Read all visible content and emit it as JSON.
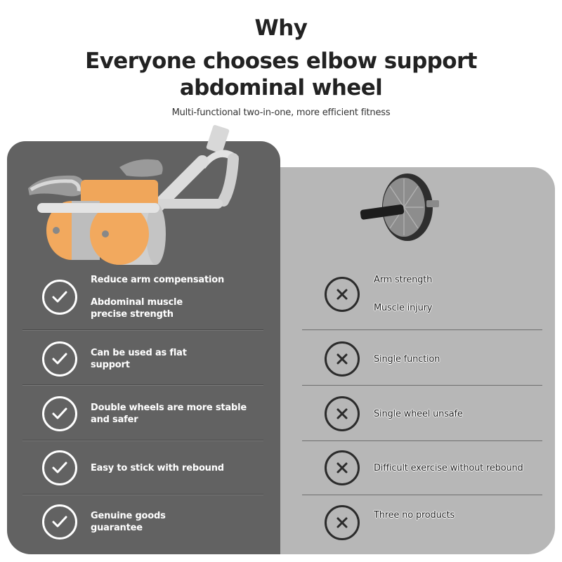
{
  "header": {
    "why": "Why",
    "title_line1": "Everyone chooses elbow support",
    "title_line2": "abdominal wheel",
    "subtitle": "Multi-functional two-in-one, more efficient fitness"
  },
  "colors": {
    "left_panel": "#626262",
    "right_panel": "#b7b7b7",
    "product_orange": "#f0a65a",
    "product_grey": "#d9d9d9"
  },
  "left_column": {
    "product": "elbow-support-double-wheel-roller",
    "icon": "check-circle-icon",
    "items": [
      {
        "lines": [
          "Reduce arm compensation"
        ],
        "lines2": [
          "Abdominal muscle",
          "precise strength"
        ]
      },
      {
        "lines": [
          "Can be used as flat",
          "support"
        ]
      },
      {
        "lines": [
          "Double wheels are more stable",
          "and safer"
        ]
      },
      {
        "lines": [
          "Easy to stick with rebound"
        ]
      },
      {
        "lines": [
          "Genuine goods",
          "guarantee"
        ]
      }
    ]
  },
  "right_column": {
    "product": "single-ab-wheel",
    "icon": "x-circle-icon",
    "items": [
      {
        "lines": [
          "Arm strength"
        ],
        "lines2": [
          "Muscle injury"
        ]
      },
      {
        "lines": [
          "Single function"
        ]
      },
      {
        "lines": [
          "Single wheel unsafe"
        ]
      },
      {
        "lines": [
          "Difficult exercise without rebound"
        ]
      },
      {
        "lines": [
          "Three no products"
        ]
      }
    ]
  }
}
